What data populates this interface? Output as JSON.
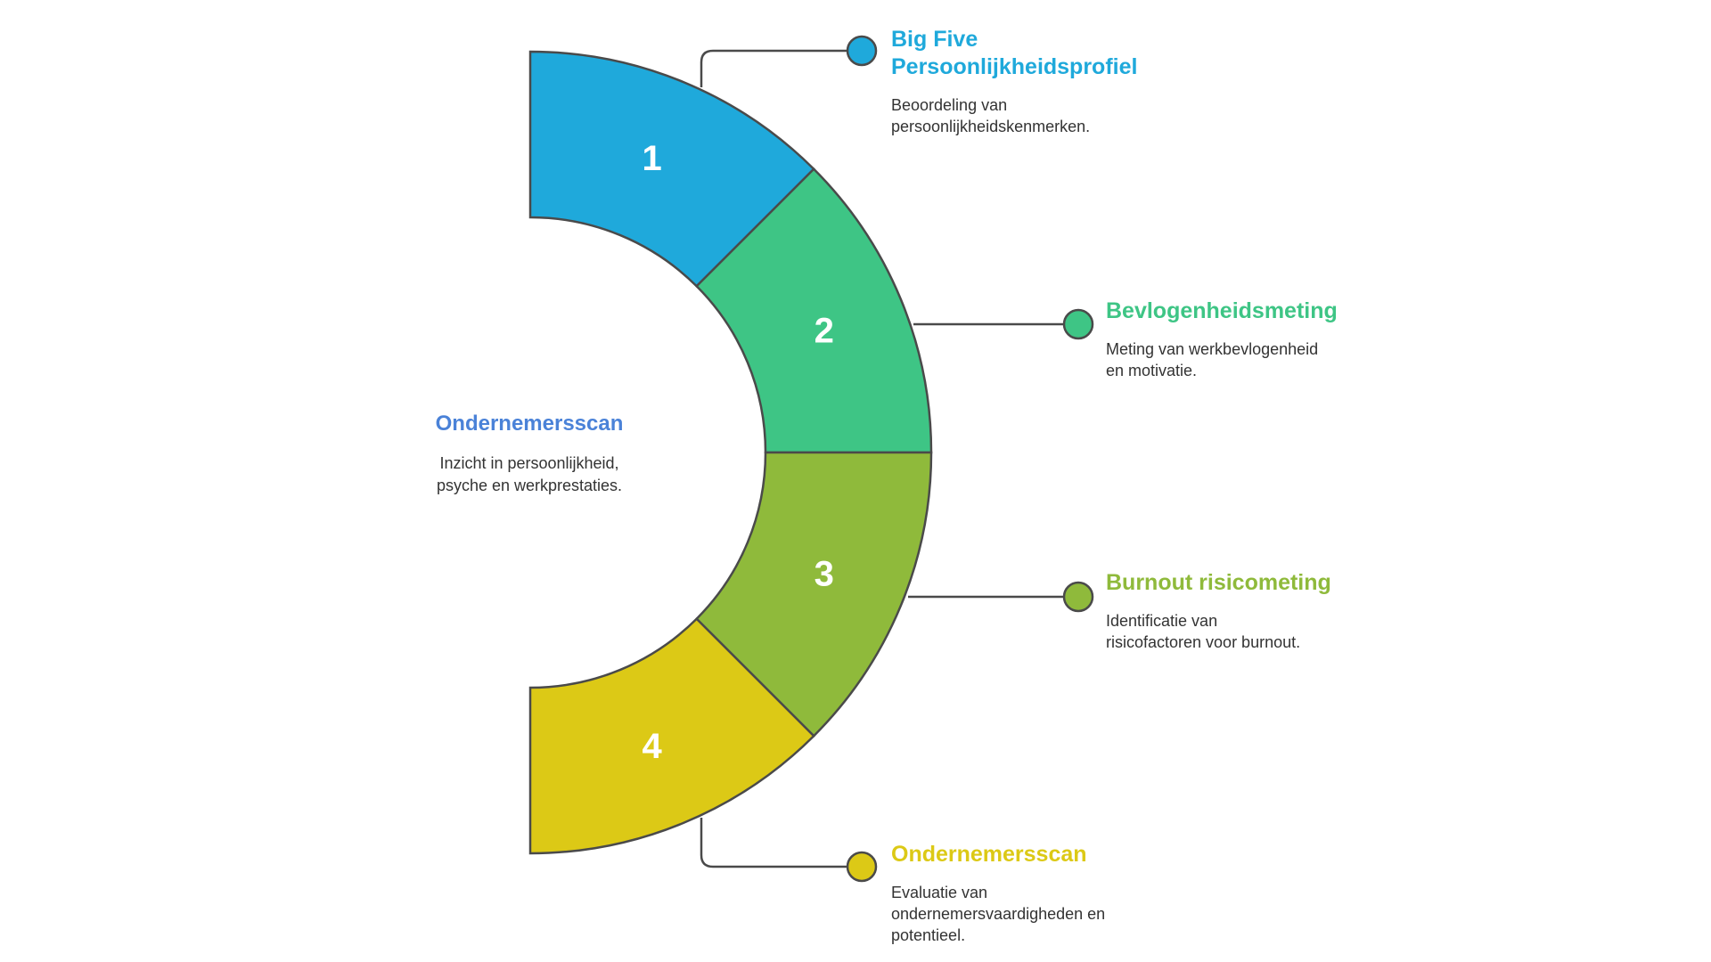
{
  "center": {
    "title": "Ondernemersscan",
    "description": [
      "Inzicht in persoonlijkheid,",
      "psyche en werkprestaties."
    ]
  },
  "steps": [
    {
      "number": "1",
      "title": [
        "Big Five",
        "Persoonlijkheidsprofiel"
      ],
      "description": [
        "Beoordeling van",
        "persoonlijkheidskenmerken."
      ],
      "color": "#1fa9db"
    },
    {
      "number": "2",
      "title": [
        "Bevlogenheidsmeting"
      ],
      "description": [
        "Meting van werkbevlogenheid",
        "en motivatie."
      ],
      "color": "#3ec585"
    },
    {
      "number": "3",
      "title": [
        "Burnout risicometing"
      ],
      "description": [
        "Identificatie van",
        "risicofactoren voor burnout."
      ],
      "color": "#8fba3b"
    },
    {
      "number": "4",
      "title": [
        "Ondernemersscan"
      ],
      "description": [
        "Evaluatie van",
        "ondernemersvaardigheden en",
        "potentieel."
      ],
      "color": "#dcc916"
    }
  ]
}
